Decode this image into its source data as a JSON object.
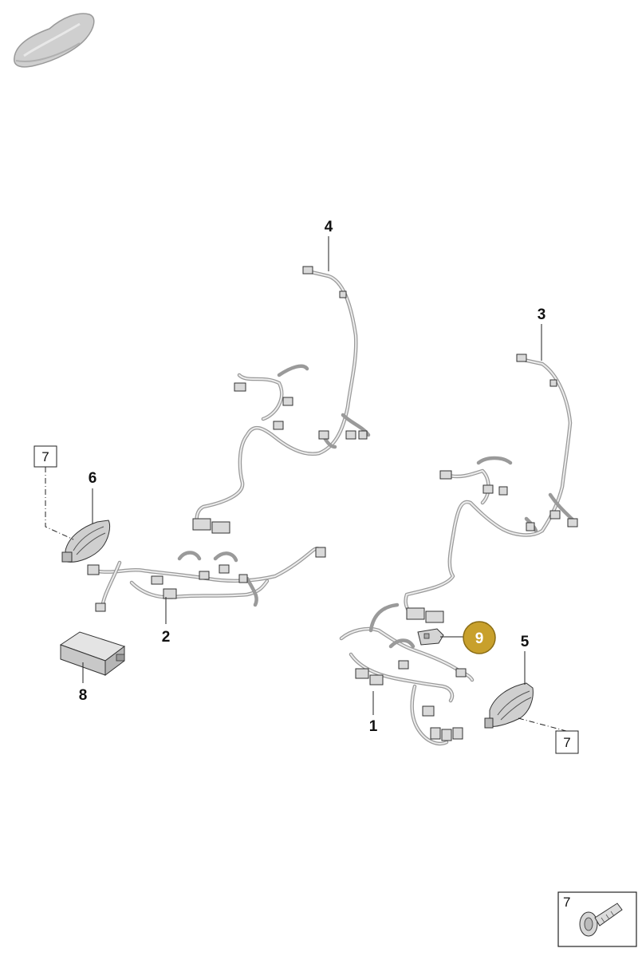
{
  "callouts": {
    "p1": "1",
    "p2": "2",
    "p3": "3",
    "p4": "4",
    "p5": "5",
    "p6": "6",
    "p7a": "7",
    "p7b": "7",
    "p7c": "7",
    "p8": "8",
    "p9": "9"
  },
  "colors": {
    "highlight_fill": "#c8a02c",
    "highlight_text": "#ffffff",
    "harness_outline": "#9a9a9a",
    "harness_fill": "#ececec"
  },
  "icons": {
    "vehicle": "car-silhouette-icon",
    "fastener": "rivet-bolt-icon"
  }
}
